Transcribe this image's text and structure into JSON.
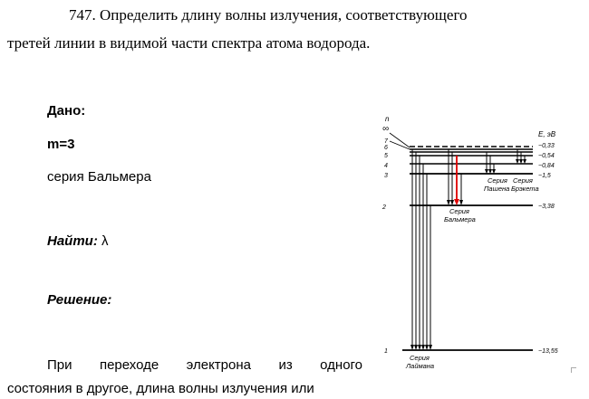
{
  "problem": {
    "line1": "747. Определить длину волны излучения, соответствующего",
    "line2": "третей линии в видимой части спектра атома водорода."
  },
  "given": {
    "heading": "Дано:",
    "m_value": "m=3",
    "series": "серия  Бальмера"
  },
  "find": {
    "label": "Найти:",
    "value": " λ"
  },
  "solution": {
    "heading": "Решение:",
    "words_line1": [
      "При",
      "переходе",
      "электрона",
      "из",
      "одного"
    ],
    "line2": "состояния в другое, длина волны излучения или"
  },
  "diagram": {
    "n_label": "n",
    "infinity_label": "∞",
    "energy_label": "E, эВ",
    "levels": [
      {
        "n": "7",
        "energy": "−0,33"
      },
      {
        "n": "6",
        "energy": ""
      },
      {
        "n": "5",
        "energy": "−0,54"
      },
      {
        "n": "4",
        "energy": "−0,84"
      },
      {
        "n": "3",
        "energy": "−1,5"
      },
      {
        "n": "2",
        "energy": "−3,38"
      },
      {
        "n": "1",
        "energy": "−13,55"
      }
    ],
    "series_paschen": [
      "Серия",
      "Пашена"
    ],
    "series_brackett": [
      "Серия",
      "Брэкета"
    ],
    "series_balmer": [
      "Серия",
      "Бальмера"
    ],
    "series_lyman": [
      "Серия",
      "Лаймана"
    ],
    "highlight_color": "#e00000"
  }
}
